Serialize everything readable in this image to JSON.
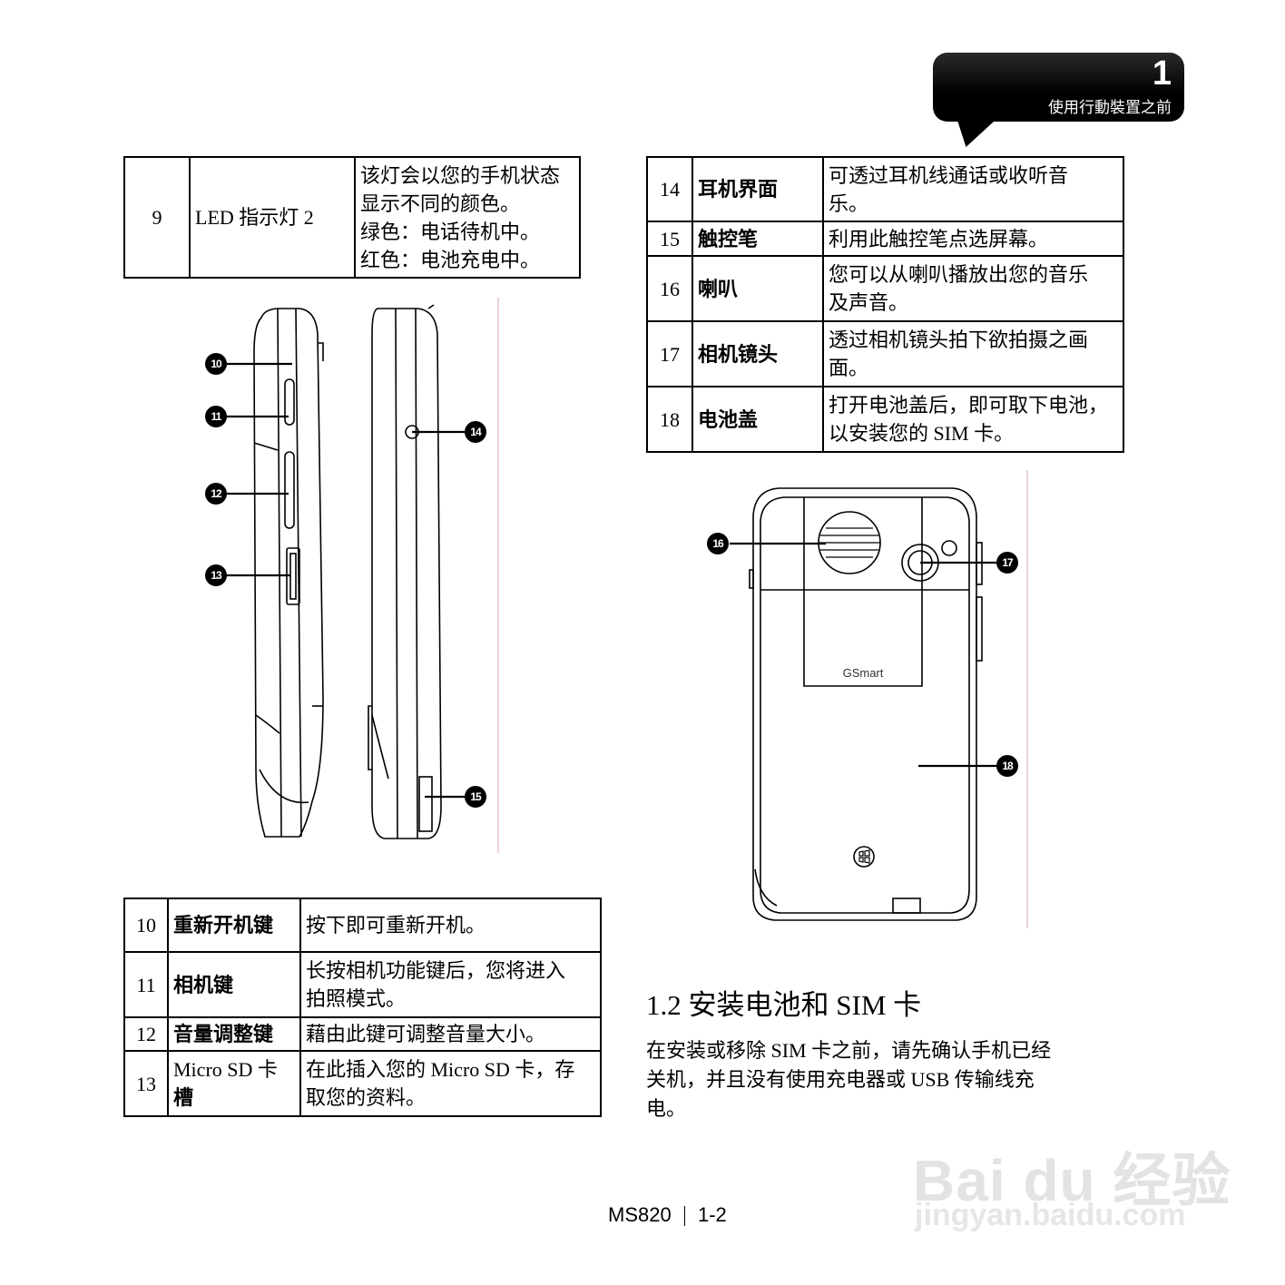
{
  "chapter": {
    "number": "1",
    "title": "使用行動裝置之前"
  },
  "table_top_left": {
    "rows": [
      {
        "num": "9",
        "name": "LED 指示灯 2",
        "lines": [
          "该灯会以您的手机状态",
          "显示不同的颜色。",
          "绿色：电话待机中。",
          "红色：电池充电中。"
        ]
      }
    ]
  },
  "table_right": {
    "rows": [
      {
        "num": "14",
        "name": "耳机界面",
        "lines": [
          "可透过耳机线通话或收听音",
          "乐。"
        ]
      },
      {
        "num": "15",
        "name": "触控笔",
        "lines": [
          "利用此触控笔点选屏幕。"
        ]
      },
      {
        "num": "16",
        "name": "喇叭",
        "lines": [
          "您可以从喇叭播放出您的音乐",
          "及声音。"
        ]
      },
      {
        "num": "17",
        "name": "相机镜头",
        "lines": [
          "透过相机镜头拍下欲拍摄之画",
          "面。"
        ]
      },
      {
        "num": "18",
        "name": "电池盖",
        "lines": [
          "打开电池盖后，即可取下电池，",
          "以安装您的 SIM 卡。"
        ]
      }
    ]
  },
  "table_bottom_left": {
    "rows": [
      {
        "num": "10",
        "name": "重新开机键",
        "lines": [
          "按下即可重新开机。"
        ]
      },
      {
        "num": "11",
        "name": "相机键",
        "lines": [
          "长按相机功能键后，您将进入",
          "拍照模式。"
        ]
      },
      {
        "num": "12",
        "name": "音量调整键",
        "lines": [
          "藉由此键可调整音量大小。"
        ]
      },
      {
        "num": "13",
        "name_lines": [
          "Micro SD  卡",
          "槽"
        ],
        "lines": [
          "在此插入您的 Micro SD 卡，存",
          "取您的资料。"
        ]
      }
    ]
  },
  "figure_side": {
    "callouts": [
      "10",
      "11",
      "12",
      "13",
      "14",
      "15"
    ]
  },
  "figure_back": {
    "callouts": [
      "16",
      "17",
      "18"
    ],
    "brand": "GSmart"
  },
  "section": {
    "title": "1.2  安装电池和 SIM 卡",
    "lines": [
      "在安装或移除 SIM 卡之前，请先确认手机已经",
      "关机，并且没有使用充电器或  USB  传输线充",
      "电。"
    ]
  },
  "footer": {
    "model": "MS820",
    "page": "1-2"
  },
  "watermark": {
    "logo": "Bai du 经验",
    "url": "jingyan.baidu.com"
  }
}
